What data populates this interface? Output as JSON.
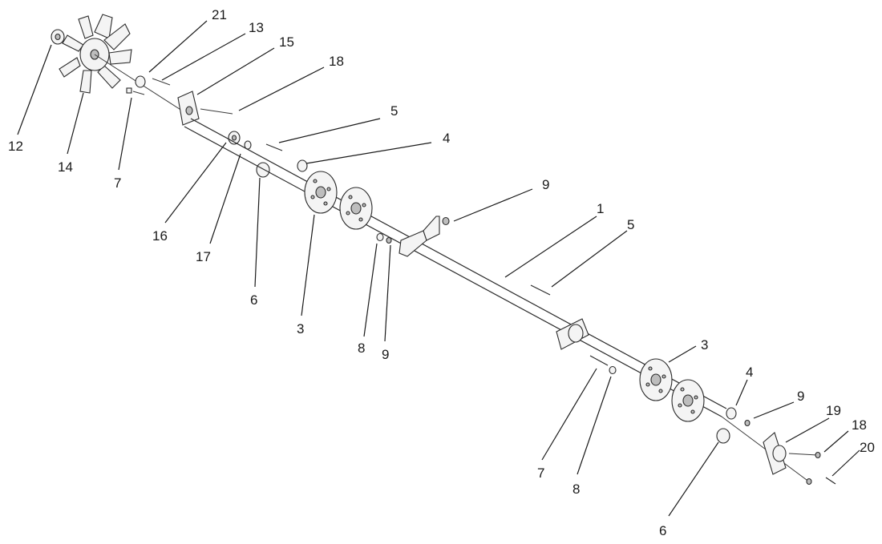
{
  "callouts": [
    {
      "id": "c21a",
      "label": "21"
    },
    {
      "id": "c13",
      "label": "13"
    },
    {
      "id": "c15",
      "label": "15"
    },
    {
      "id": "c18a",
      "label": "18"
    },
    {
      "id": "c12",
      "label": "12"
    },
    {
      "id": "c14",
      "label": "14"
    },
    {
      "id": "c7a",
      "label": "7"
    },
    {
      "id": "c5a",
      "label": "5"
    },
    {
      "id": "c4a",
      "label": "4"
    },
    {
      "id": "c9a",
      "label": "9"
    },
    {
      "id": "c16",
      "label": "16"
    },
    {
      "id": "c17",
      "label": "17"
    },
    {
      "id": "c6a",
      "label": "6"
    },
    {
      "id": "c3a",
      "label": "3"
    },
    {
      "id": "c8a",
      "label": "8"
    },
    {
      "id": "c9b",
      "label": "9"
    },
    {
      "id": "c1",
      "label": "1"
    },
    {
      "id": "c5b",
      "label": "5"
    },
    {
      "id": "c3b",
      "label": "3"
    },
    {
      "id": "c4b",
      "label": "4"
    },
    {
      "id": "c9c",
      "label": "9"
    },
    {
      "id": "c19",
      "label": "19"
    },
    {
      "id": "c18b",
      "label": "18"
    },
    {
      "id": "c20",
      "label": "20"
    },
    {
      "id": "c7b",
      "label": "7"
    },
    {
      "id": "c8b",
      "label": "8"
    },
    {
      "id": "c6b",
      "label": "6"
    }
  ]
}
